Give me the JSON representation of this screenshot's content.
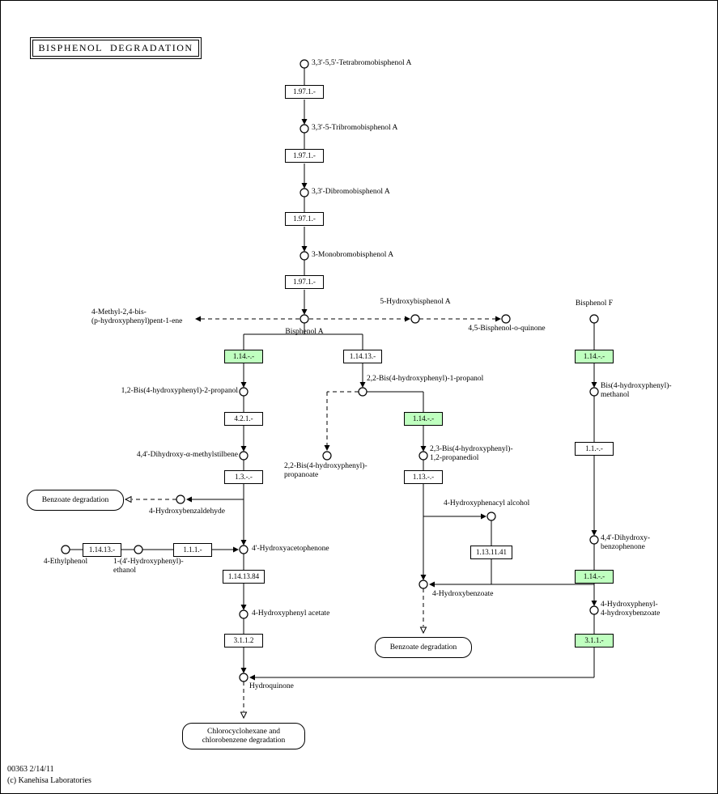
{
  "title": "BISPHENOL DEGRADATION",
  "footer": {
    "map_id": "00363 2/14/11",
    "copyright": "(c) Kanehisa Laboratories"
  },
  "colors": {
    "highlight_green": "#bfffbf",
    "box_white": "#ffffff",
    "line_black": "#000000"
  },
  "enzymes": [
    {
      "ec": "1.97.1.-"
    },
    {
      "ec": "1.97.1.-"
    },
    {
      "ec": "1.97.1.-"
    },
    {
      "ec": "1.97.1.-"
    },
    {
      "ec": "1.14.-.-"
    },
    {
      "ec": "1.14.13.-"
    },
    {
      "ec": "4.2.1.-"
    },
    {
      "ec": "1.3.-.-"
    },
    {
      "ec": "1.14.13.-"
    },
    {
      "ec": "1.1.1.-"
    },
    {
      "ec": "1.14.13.84"
    },
    {
      "ec": "3.1.1.2"
    },
    {
      "ec": "1.14.-.-"
    },
    {
      "ec": "1.13.-.-"
    },
    {
      "ec": "1.13.11.41"
    },
    {
      "ec": "1.14.-.-"
    },
    {
      "ec": "1.1.-.-"
    },
    {
      "ec": "1.14.-.-"
    },
    {
      "ec": "3.1.1.-"
    }
  ],
  "compounds": [
    {
      "name": "3,3'-5,5'-Tetrabromobisphenol A"
    },
    {
      "name": "3,3'-5-Tribromobisphenol A"
    },
    {
      "name": "3,3'-Dibromobisphenol A"
    },
    {
      "name": "3-Monobromobisphenol A"
    },
    {
      "name": "Bisphenol A"
    },
    {
      "name": "5-Hydroxybisphenol A"
    },
    {
      "name": "4,5-Bisphenol-o-quinone"
    },
    {
      "name": "4-Methyl-2,4-bis-\n(p-hydroxyphenyl)pent-1-ene"
    },
    {
      "name": "1,2-Bis(4-hydroxyphenyl)-2-propanol"
    },
    {
      "name": "4,4'-Dihydroxy-α-methylstilbene"
    },
    {
      "name": "4-Hydroxybenzaldehyde"
    },
    {
      "name": "4-Ethylphenol"
    },
    {
      "name": "1-(4'-Hydroxyphenyl)-\nethanol"
    },
    {
      "name": "4'-Hydroxyacetophenone"
    },
    {
      "name": "4-Hydroxyphenyl acetate"
    },
    {
      "name": "Hydroquinone"
    },
    {
      "name": "2,2-Bis(4-hydroxyphenyl)-1-propanol"
    },
    {
      "name": "2,2-Bis(4-hydroxyphenyl)-\npropanoate"
    },
    {
      "name": "2,3-Bis(4-hydroxyphenyl)-\n1,2-propanediol"
    },
    {
      "name": "4-Hydroxyphenacyl alcohol"
    },
    {
      "name": "4-Hydroxybenzoate"
    },
    {
      "name": "Bisphenol F"
    },
    {
      "name": "Bis(4-hydroxyphenyl)-\nmethanol"
    },
    {
      "name": "4,4'-Dihydroxy-\nbenzophenone"
    },
    {
      "name": "4-Hydroxyphenyl-\n4-hydroxybenzoate"
    }
  ],
  "pathways": [
    {
      "name": "Benzoate degradation"
    },
    {
      "name": "Benzoate degradation"
    },
    {
      "name": "Chlorocyclohexane and\nchlorobenzene degradation"
    }
  ]
}
